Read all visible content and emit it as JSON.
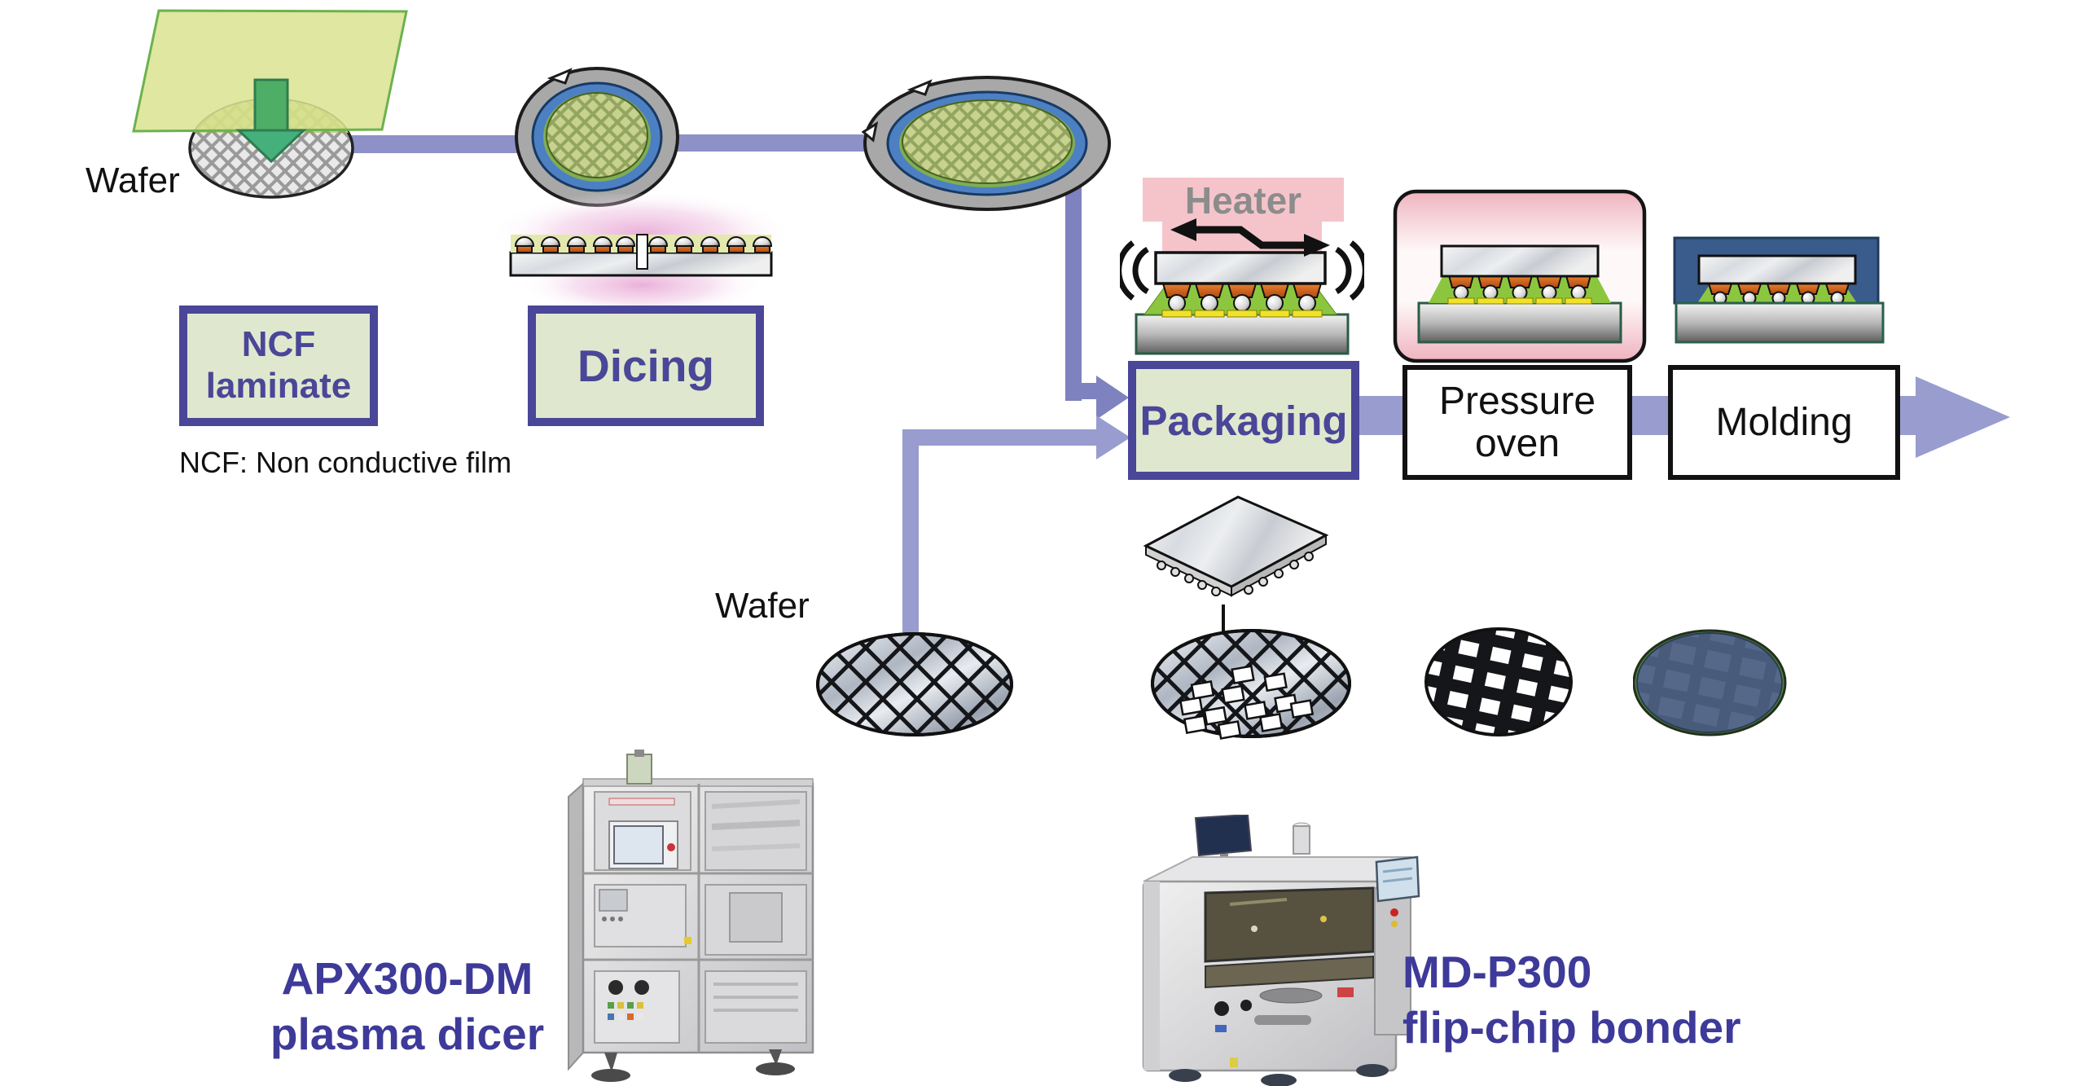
{
  "colors": {
    "box_border_purple": "#4a4698",
    "box_fill_green": "#dfe8ce",
    "flow_arrow_purple": "#989cce",
    "flow_arrow_dark_purple": "#7e82be",
    "heater_pink": "#f5c4cb",
    "heater_text_gray": "#8c8c8c",
    "equipment_label_purple": "#3e3a99",
    "wafer_ring_blue": "#4d7fc3",
    "wafer_green": "#c6d28e",
    "mold_blue": "#3a5c8c"
  },
  "flow": {
    "wafer_top_label": "Wafer",
    "wafer_bottom_label": "Wafer",
    "ncf_laminate": "NCF\nlaminate",
    "dicing": "Dicing",
    "packaging": "Packaging",
    "pressure_oven": "Pressure\noven",
    "molding": "Molding",
    "ncf_note": "NCF: Non conductive film",
    "heater": "Heater"
  },
  "equipment": [
    {
      "model": "APX300-DM",
      "type": "plasma dicer"
    },
    {
      "model": "MD-P300",
      "type": "flip-chip bonder"
    }
  ]
}
